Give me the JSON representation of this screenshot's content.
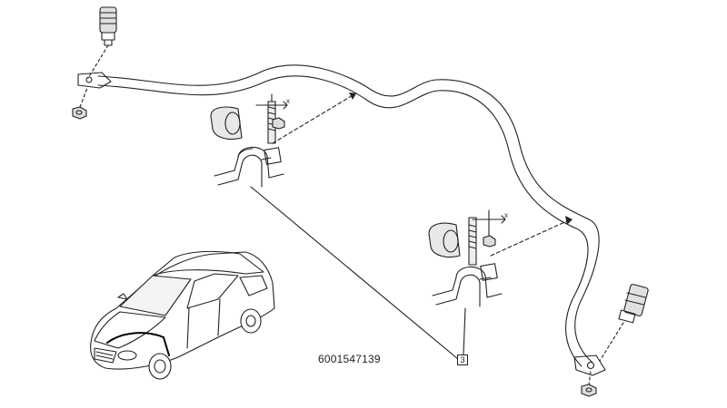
{
  "diagram": {
    "part_number": "6001547139",
    "callout_number": "3",
    "axis_marker": "x"
  }
}
